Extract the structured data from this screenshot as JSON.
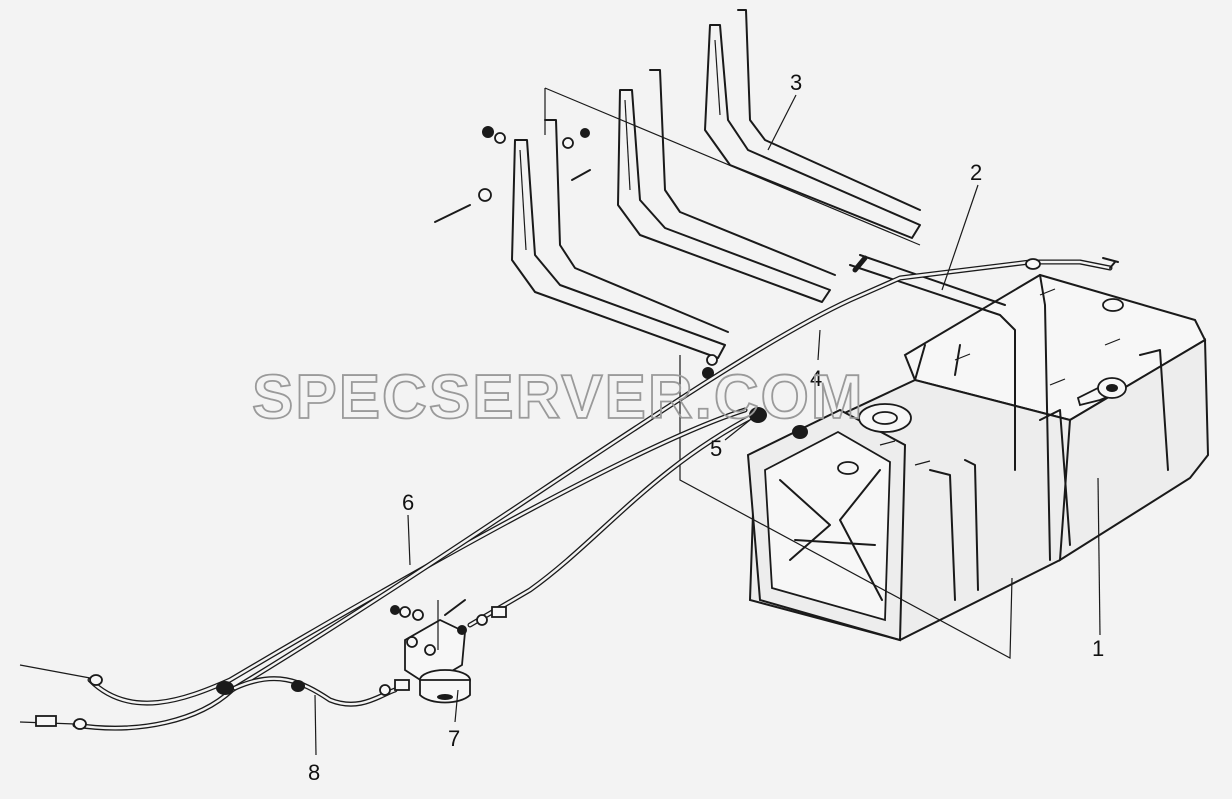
{
  "watermark": "SPECSERVER.COM",
  "callouts": [
    {
      "id": "1",
      "label": "1"
    },
    {
      "id": "2",
      "label": "2"
    },
    {
      "id": "3",
      "label": "3"
    },
    {
      "id": "4",
      "label": "4"
    },
    {
      "id": "5",
      "label": "5"
    },
    {
      "id": "6",
      "label": "6"
    },
    {
      "id": "7",
      "label": "7"
    },
    {
      "id": "8",
      "label": "8"
    }
  ]
}
